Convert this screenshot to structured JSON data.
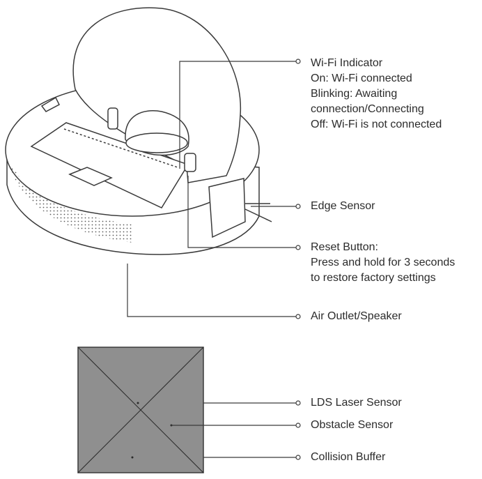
{
  "colors": {
    "line": "#3a3a3a",
    "box_fill": "#8f8f8f",
    "robot_fill": "#ffffff"
  },
  "robot_callouts": {
    "wifi_indicator": {
      "title": "Wi-Fi Indicator",
      "lines": [
        "On: Wi-Fi connected",
        "Blinking: Awaiting",
        "connection/Connecting",
        "Off: Wi-Fi is not connected"
      ]
    },
    "edge_sensor": {
      "title": "Edge Sensor"
    },
    "reset_button": {
      "title": "Reset Button:",
      "lines": [
        "Press and hold for 3 seconds",
        "to restore factory settings"
      ]
    },
    "air_outlet": {
      "title": "Air Outlet/Speaker"
    }
  },
  "box_callouts": {
    "lds_laser_sensor": "LDS Laser Sensor",
    "obstacle_sensor": "Obstacle Sensor",
    "collision_buffer": "Collision Buffer"
  }
}
